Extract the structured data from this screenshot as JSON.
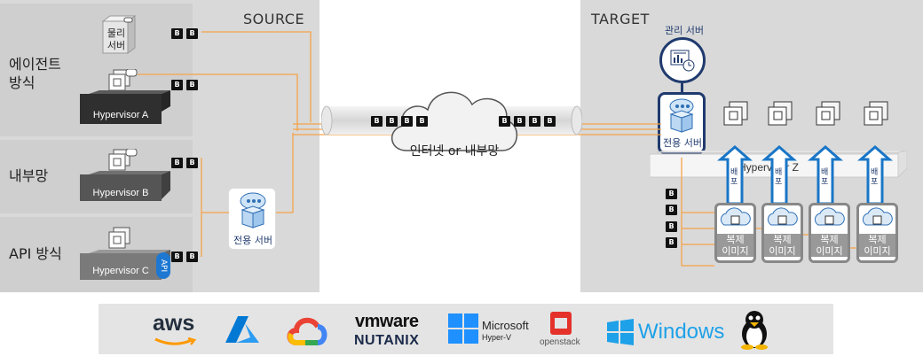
{
  "source": {
    "title": "SOURCE",
    "rows": [
      {
        "label_line1": "에이전트",
        "label_line2": "방식"
      },
      {
        "label_line1": "내부망",
        "label_line2": ""
      },
      {
        "label_line1": "API 방식",
        "label_line2": ""
      }
    ],
    "physical_server_label_1": "물리",
    "physical_server_label_2": "서버",
    "hypervisors": [
      "Hypervisor A",
      "Hypervisor B",
      "Hypervisor C"
    ],
    "api_tag": "API",
    "dedicated_server": "전용 서버"
  },
  "network": {
    "cloud_label": "인터넷 or 내부망",
    "badge": "B"
  },
  "target": {
    "title": "TARGET",
    "mgmt_server": "관리 서버",
    "dedicated_server": "전용 서버",
    "hypervisor": "Hypervisor Z",
    "deploy": "배포",
    "replica_line1": "복제",
    "replica_line2": "이미지"
  },
  "platforms": [
    {
      "name": "aws",
      "icon": "aws-logo"
    },
    {
      "name": "",
      "icon": "azure-logo"
    },
    {
      "name": "",
      "icon": "google-cloud-logo"
    },
    {
      "name": "vmware",
      "icon": "vmware-logo"
    },
    {
      "name": "NUTANIX",
      "icon": "nutanix-logo"
    },
    {
      "name": "Microsoft",
      "icon": "hyper-v-logo"
    },
    {
      "name": "Hyper-V",
      "icon": "hyper-v-logo"
    },
    {
      "name": "openstack",
      "icon": "openstack-logo"
    },
    {
      "name": "Windows",
      "icon": "windows-logo"
    },
    {
      "name": "",
      "icon": "linux-tux-logo"
    }
  ],
  "colors": {
    "panel": "#d9d9d9",
    "connector": "#f5a34a",
    "accent_blue": "#1f3a6e",
    "deploy_arrow": "#1976c7"
  }
}
